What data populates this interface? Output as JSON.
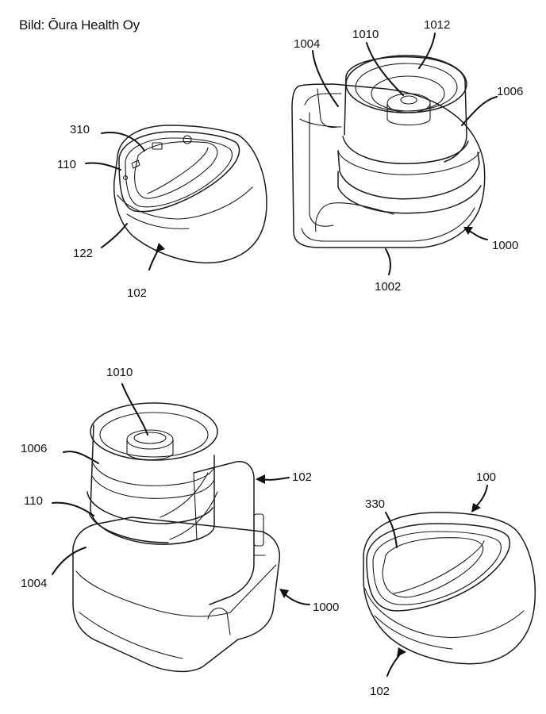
{
  "credit": "Bild: Ōura Health Oy",
  "figures": [
    {
      "name": "ring-in-cup",
      "labels": {
        "l310": "310",
        "l110": "110",
        "l122": "122",
        "l102": "102"
      }
    },
    {
      "name": "charger-base-top",
      "labels": {
        "l1004": "1004",
        "l1010": "1010",
        "l1012": "1012",
        "l1006": "1006",
        "l1000": "1000",
        "l1002": "1002"
      }
    },
    {
      "name": "charger-with-ring",
      "labels": {
        "l1010": "1010",
        "l1006": "1006",
        "l102": "102",
        "l110": "110",
        "l1004": "1004",
        "l1000": "1000"
      }
    },
    {
      "name": "ring-cover",
      "labels": {
        "l100": "100",
        "l330": "330",
        "l102": "102"
      }
    }
  ]
}
